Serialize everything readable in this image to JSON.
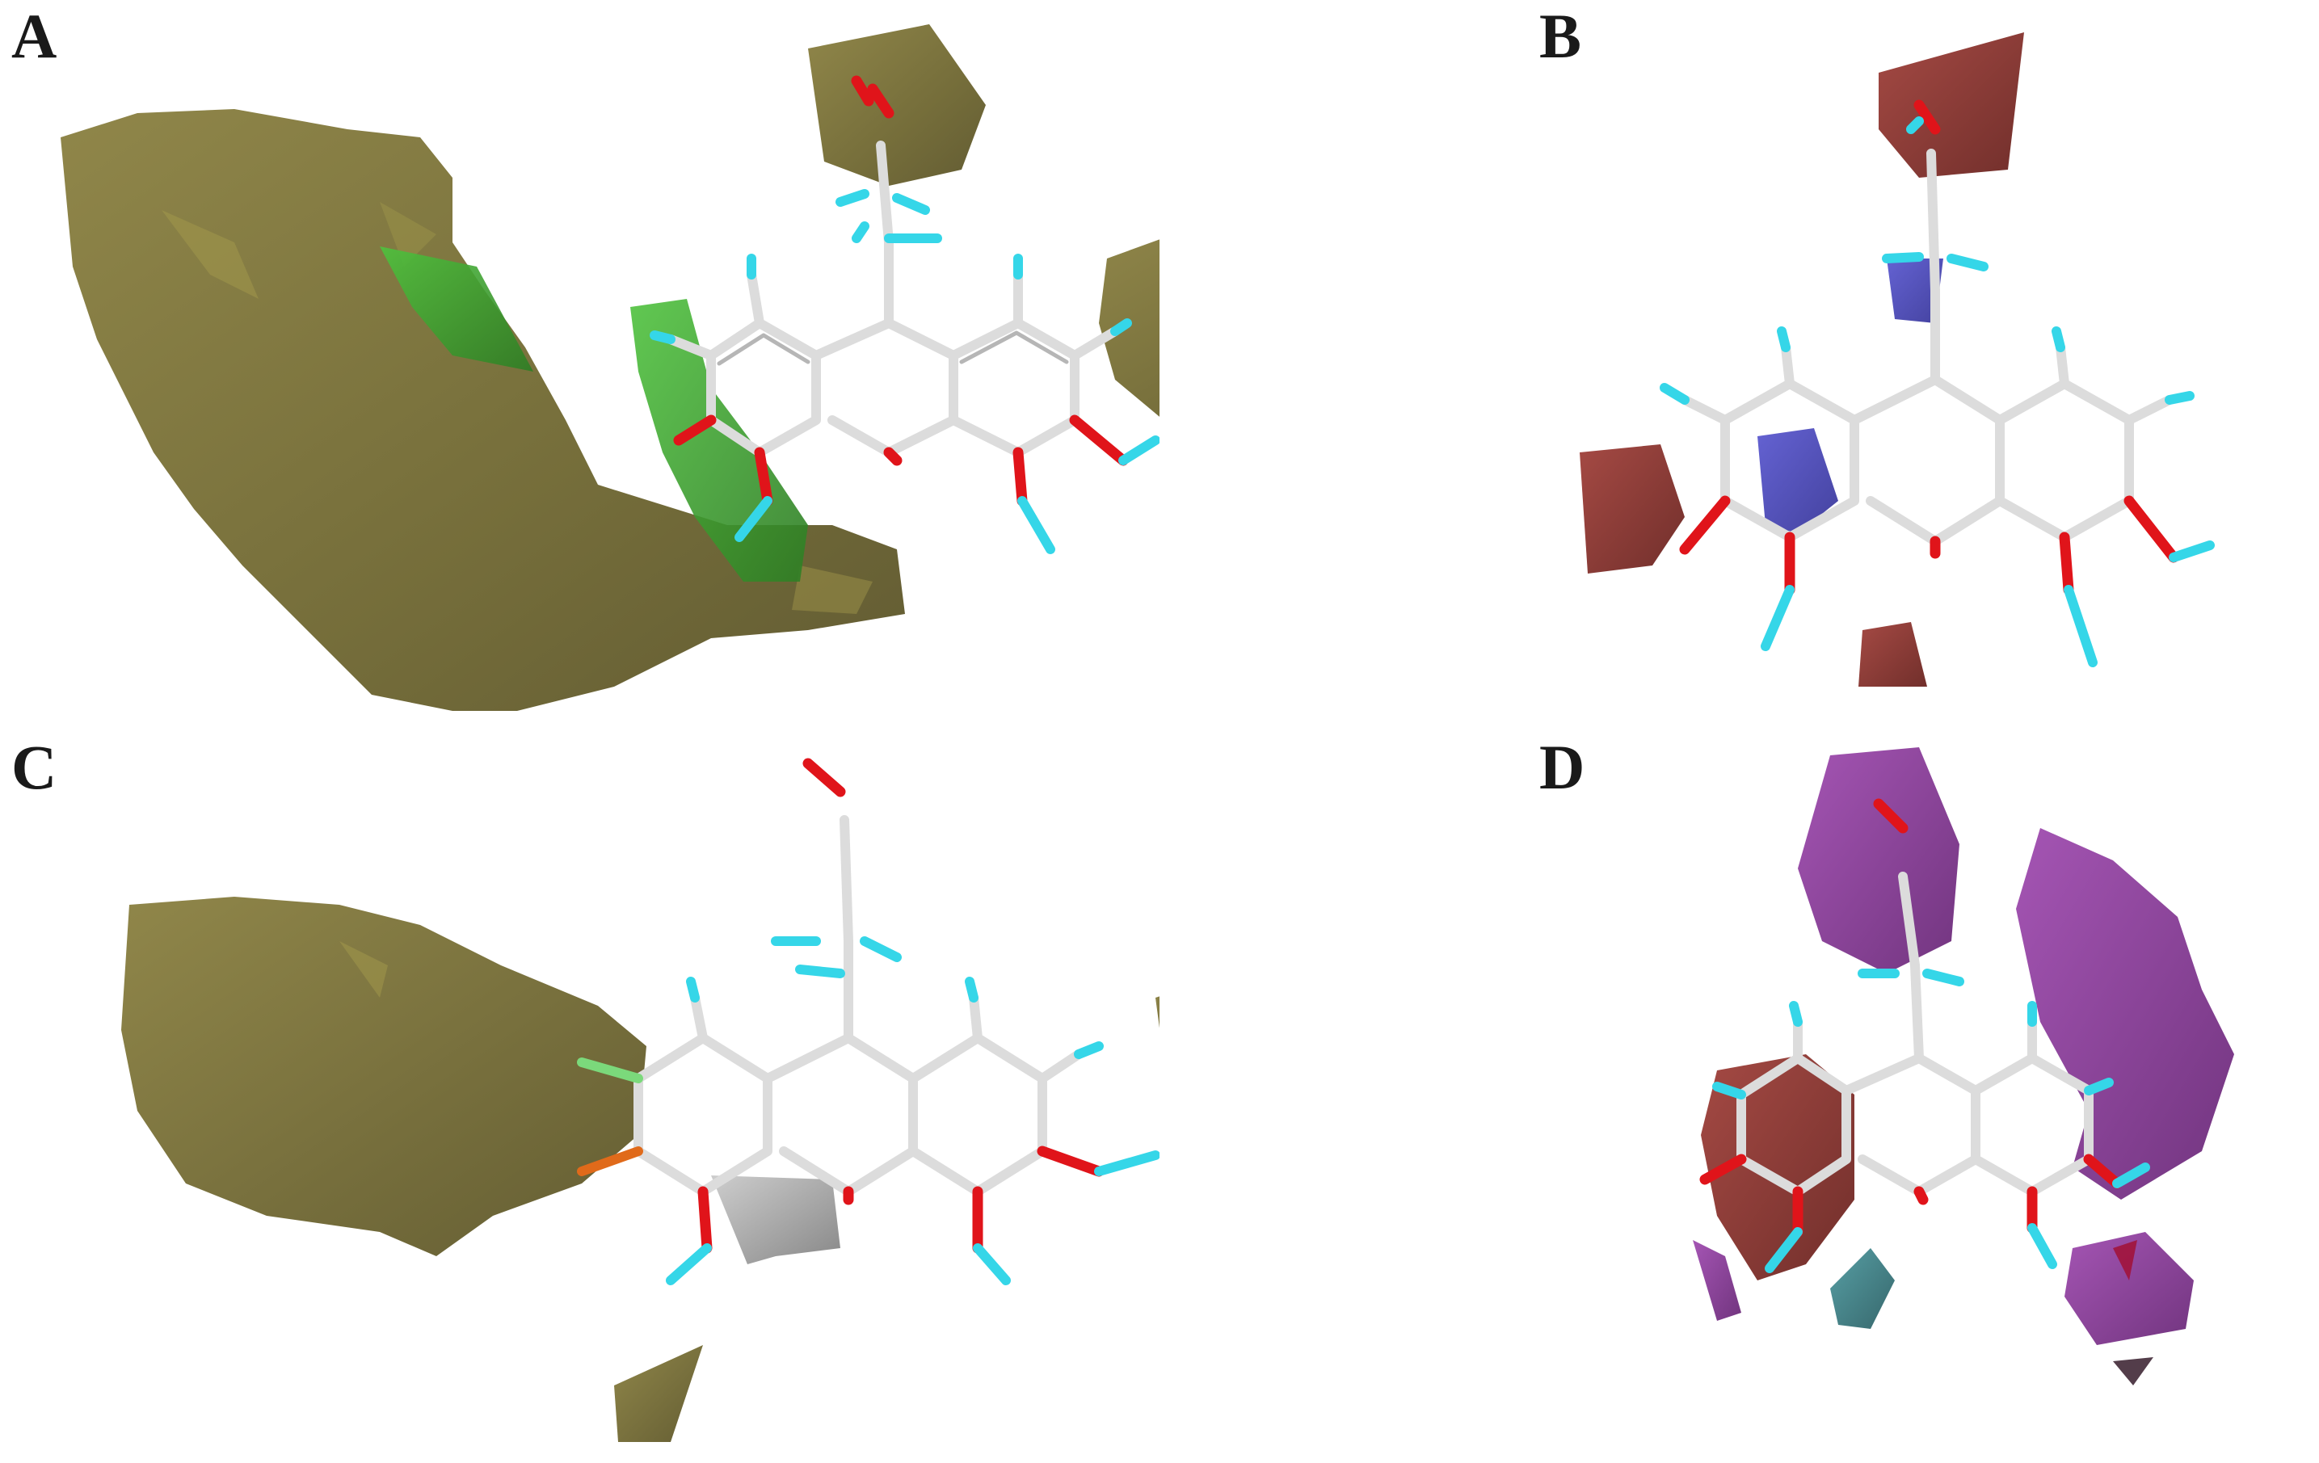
{
  "panels": [
    {
      "label": "A"
    },
    {
      "label": "B"
    },
    {
      "label": "C"
    },
    {
      "label": "D"
    }
  ],
  "colors": {
    "steric_favorable": "#7a7230",
    "steric_green": "#3da832",
    "electro_red": "#8a2f2a",
    "electro_blue": "#4a48b8",
    "hydrophobic_yellow": "#7c7434",
    "hydrophobic_gray": "#9a9a9a",
    "donor_magenta": "#8b3d98",
    "acceptor_teal": "#3f7f84",
    "bond_white": "#e6e6e6",
    "oxygen_red": "#e0141a",
    "hydrogen_cyan": "#35d6e8"
  }
}
